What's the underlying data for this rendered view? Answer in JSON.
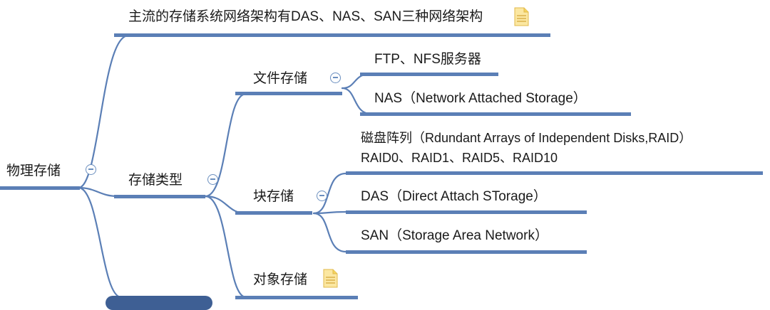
{
  "colors": {
    "branch": "#5b7fb6",
    "text": "#1a1a1a",
    "note": "#f4d35e"
  },
  "root": {
    "label": "物理存储"
  },
  "summary": {
    "label": "主流的存储系统网络架构有DAS、NAS、SAN三种网络架构",
    "icon": "note-icon"
  },
  "types": {
    "label": "存储类型"
  },
  "file": {
    "label": "文件存储",
    "items": [
      "FTP、NFS服务器",
      "NAS（Network Attached Storage）"
    ]
  },
  "block": {
    "label": "块存储",
    "items": [
      "磁盘阵列（Rdundant Arrays of Independent Disks,RAID）",
      "RAID0、RAID1、RAID5、RAID10",
      "DAS（Direct Attach STorage）",
      "SAN（Storage Area Network）"
    ]
  },
  "object": {
    "label": "对象存储",
    "icon": "note-icon"
  }
}
